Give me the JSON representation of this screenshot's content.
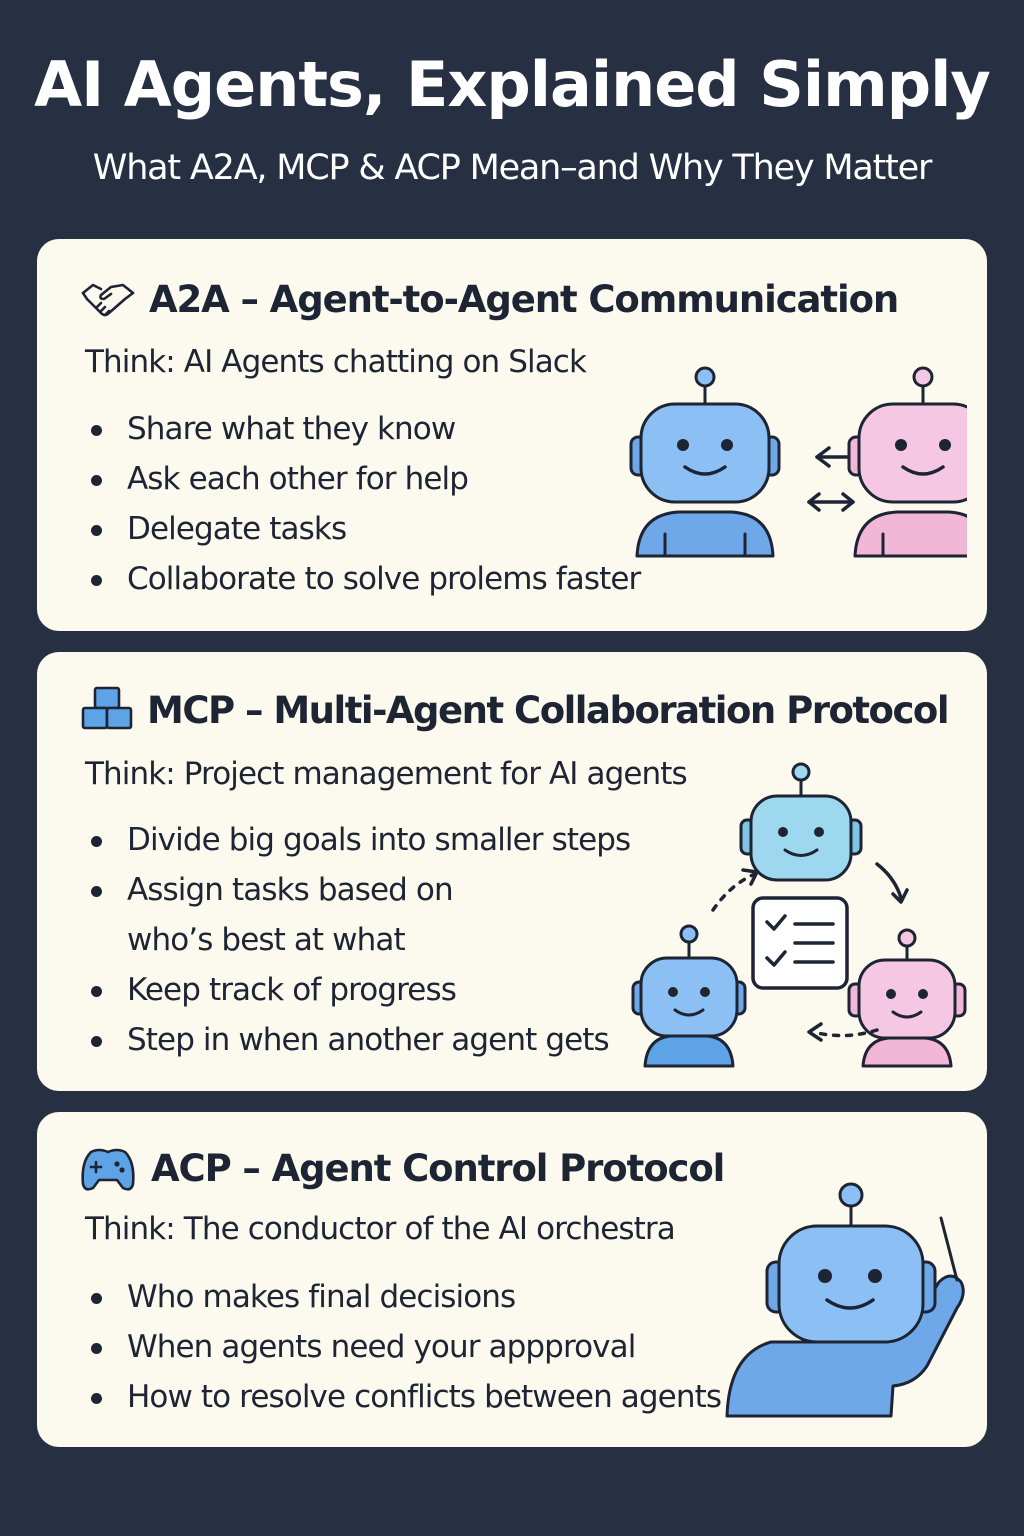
{
  "header": {
    "title": "AI Agents, Explained Simply",
    "subtitle": "What A2A, MCP & ACP Mean–and Why They Matter"
  },
  "sections": [
    {
      "icon": "handshake-icon",
      "title": "A2A – Agent-to-Agent Communication",
      "think": "Think: AI Agents chatting on Slack",
      "bullets": [
        "Share what they know",
        "Ask each other for help",
        "Delegate tasks",
        "Collaborate to solve prolems faster"
      ]
    },
    {
      "icon": "blocks-icon",
      "title": "MCP – Multi-Agent Collaboration Protocol",
      "think": "Think: Project management for AI agents",
      "bullets": [
        "Divide big goals into smaller steps",
        "Assign tasks based on",
        "who’s best at what",
        "Keep track of progress",
        "Step in when another agent gets"
      ]
    },
    {
      "icon": "gamepad-icon",
      "title": "ACP – Agent Control Protocol",
      "think": "Think: The conductor of the AI orchestra",
      "bullets": [
        "Who makes final decisions",
        "When agents need your appproval",
        "How to resolve conflicts between agents"
      ]
    }
  ],
  "colors": {
    "background": "#263042",
    "card": "#fcf9ee",
    "text": "#1d2433",
    "robot_blue": "#8cc0f5",
    "robot_pink": "#f5c7e2",
    "robot_teal": "#9ed8ee"
  }
}
